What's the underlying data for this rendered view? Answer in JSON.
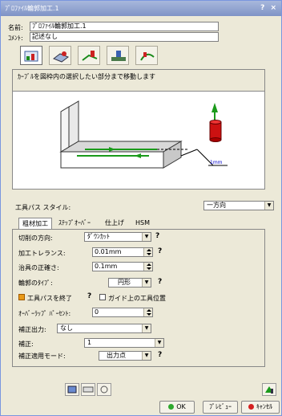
{
  "window": {
    "title": "ﾌﾟﾛﾌｧｲﾙ輪郭加工.1",
    "help": "?",
    "close": "×"
  },
  "name_label": "名前:",
  "name_value": "ﾌﾟﾛﾌｧｲﾙ輪郭加工.1",
  "comment_label": "ｺﾒﾝﾄ:",
  "comment_value": "記述なし",
  "info_text": "ｶｰﾌﾞﾙを図枠内の選択したい部分まで移動します",
  "diagram_label": "1mm",
  "toolpath_style_label": "工具パス スタイル:",
  "toolpath_style_value": "一方向",
  "tabs": [
    "粗材加工",
    "ｽﾃｯﾌﾟｵｰﾊﾞｰ",
    "仕上げ",
    "HSM"
  ],
  "fields": {
    "cut_direction_label": "切削の方向:",
    "cut_direction_value": "ﾀﾞｳﾝｶｯﾄ",
    "machining_tol_label": "加工トレランス:",
    "machining_tol_value": "0.01mm",
    "fixture_acc_label": "治具の正確さ:",
    "fixture_acc_value": "0.1mm",
    "contour_type_label": "輪郭のﾀｲﾌﾟ:",
    "contour_type_value": "円形",
    "end_path_label": "工具パスを終了",
    "guide_tool_label": "ガイド上の工具位置",
    "overlap_label": "ｵｰﾊﾞｰﾗｯﾌﾟ ﾊﾟｰｾﾝﾄ:",
    "overlap_value": "0",
    "comp_output_label": "補正出力:",
    "comp_output_value": "なし",
    "comp_label": "補正:",
    "comp_value": "1",
    "comp_mode_label": "補正適用モード:",
    "comp_mode_value": "出力点"
  },
  "buttons": {
    "ok": "OK",
    "preview": "ﾌﾟﾚﾋﾞｭｰ",
    "cancel": "ｷｬﾝｾﾙ"
  },
  "colors": {
    "ok_dot": "#2da82d",
    "cancel_dot": "#d42020",
    "arrow": "#1a9a1a",
    "tool": "#cc1111"
  }
}
